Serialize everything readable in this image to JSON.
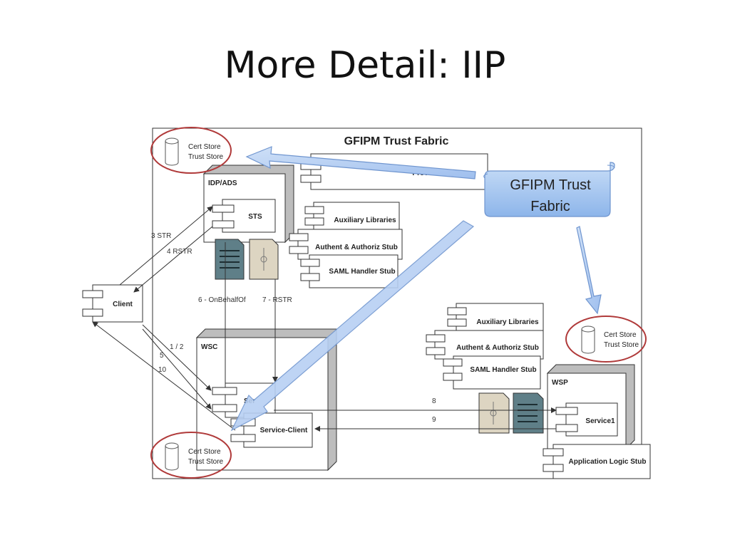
{
  "slide": {
    "title": "More Detail: IIP"
  },
  "diagram": {
    "fabric_title": "GFIPM Trust Fabric",
    "callout": {
      "line1": "GFIPM Trust",
      "line2": "Fabric"
    },
    "stores": {
      "line1": "Cert Store",
      "line2": "Trust Store"
    },
    "idp": {
      "title": "IDP/ADS",
      "sts": "STS",
      "provider_stub": "Provider Stub",
      "aux": "Auxiliary Libraries",
      "authz": "Authent & Authoriz Stub",
      "saml": "SAML Handler Stub"
    },
    "client": "Client",
    "wsc": {
      "title": "WSC",
      "service_partial": "Ser",
      "service_client": "Service-Client",
      "aux": "Auxiliary Libraries",
      "authz": "Authent & Authoriz Stub",
      "saml": "SAML Handler Stub"
    },
    "wsp": {
      "title": "WSP",
      "service1": "Service1",
      "app_logic": "Application Logic Stub"
    },
    "flow_labels": {
      "l3": "3 STR",
      "l4": "4 RSTR",
      "l6": "6 - OnBehalfOf",
      "l7": "7 - RSTR",
      "l12": "1 / 2",
      "l5": "5",
      "l10": "10",
      "l8": "8",
      "l9": "9"
    },
    "colors": {
      "circle": "#b03a3a",
      "callout_fill": "#a8c8f0",
      "arrow_fill": "#b7d0f3",
      "arrow_stroke": "#6f95cf",
      "doc_dark": "#5f7f88",
      "doc_light": "#ddd5c2",
      "box_shadow": "#bdbdbd"
    }
  }
}
